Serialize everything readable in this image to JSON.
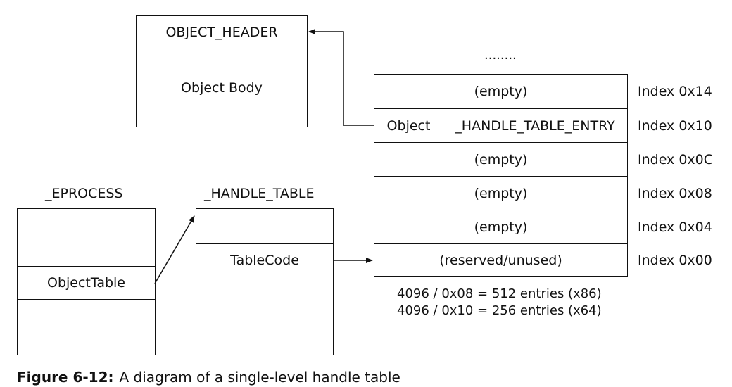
{
  "object_header": {
    "title": "OBJECT_HEADER",
    "body": "Object Body"
  },
  "ellipsis": "........",
  "handle_entries": {
    "rows": [
      {
        "content": "(empty)",
        "index": "Index 0x14"
      },
      {
        "object_label": "Object",
        "entry_label": "_HANDLE_TABLE_ENTRY",
        "index": "Index 0x10"
      },
      {
        "content": "(empty)",
        "index": "Index 0x0C"
      },
      {
        "content": "(empty)",
        "index": "Index 0x08"
      },
      {
        "content": "(empty)",
        "index": "Index 0x04"
      },
      {
        "content": "(reserved/unused)",
        "index": "Index 0x00"
      }
    ],
    "notes": [
      "4096 / 0x08 = 512 entries (x86)",
      "4096 / 0x10 = 256 entries (x64)"
    ]
  },
  "eprocess": {
    "title": "_EPROCESS",
    "field": "ObjectTable"
  },
  "handle_table": {
    "title": "_HANDLE_TABLE",
    "field": "TableCode"
  },
  "caption": {
    "number": "Figure 6-12:",
    "text": "A diagram of a single-level handle table"
  }
}
